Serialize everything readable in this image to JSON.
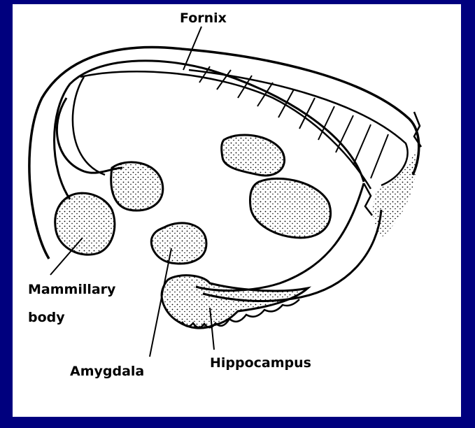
{
  "colors": {
    "background": "#00007e",
    "panel": "#ffffff",
    "ink": "#000000"
  },
  "labels": {
    "fornix": "Fornix",
    "mammillary_line1": "Mammillary",
    "mammillary_line2": "body",
    "amygdala": "Amygdala",
    "hippocampus": "Hippocampus"
  }
}
